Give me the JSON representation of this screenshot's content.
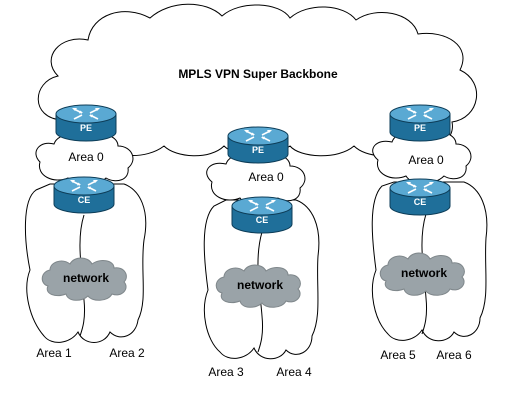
{
  "backbone": {
    "label": "MPLS VPN Super Backbone"
  },
  "sites": [
    {
      "pe": "PE",
      "area0": "Area 0",
      "ce": "CE",
      "network": "network",
      "areas": [
        "Area 1",
        "Area 2"
      ]
    },
    {
      "pe": "PE",
      "area0": "Area 0",
      "ce": "CE",
      "network": "network",
      "areas": [
        "Area 3",
        "Area 4"
      ]
    },
    {
      "pe": "PE",
      "area0": "Area 0",
      "ce": "CE",
      "network": "network",
      "areas": [
        "Area 5",
        "Area 6"
      ]
    }
  ],
  "colors": {
    "router_body": "#1f6f9a",
    "router_top": "#5aa9d3",
    "network_cloud": "#9aa3a8"
  }
}
